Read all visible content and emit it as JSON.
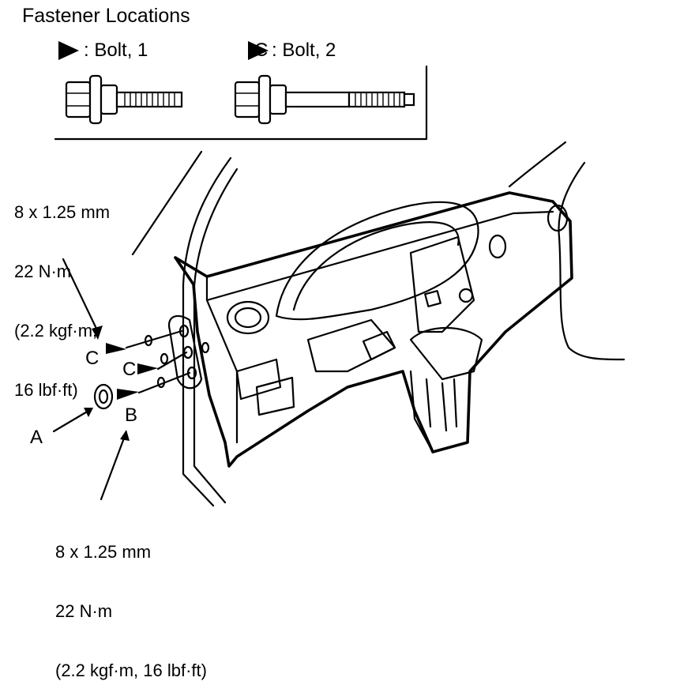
{
  "title": "Fastener Locations",
  "legend": [
    {
      "marker": "B",
      "text": ": Bolt, 1"
    },
    {
      "marker": "C",
      "text": ": Bolt, 2"
    }
  ],
  "spec_upper": [
    "8 x 1.25 mm",
    "22 N·m",
    "(2.2 kgf·m,",
    "16 lbf·ft)"
  ],
  "spec_lower": [
    "8 x 1.25 mm",
    "22 N·m",
    "(2.2 kgf·m, 16 lbf·ft)"
  ],
  "callouts": {
    "c_top": "C",
    "c_mid": "C",
    "a": "A",
    "b": "B"
  },
  "colors": {
    "ink": "#000000",
    "paper": "#ffffff"
  }
}
